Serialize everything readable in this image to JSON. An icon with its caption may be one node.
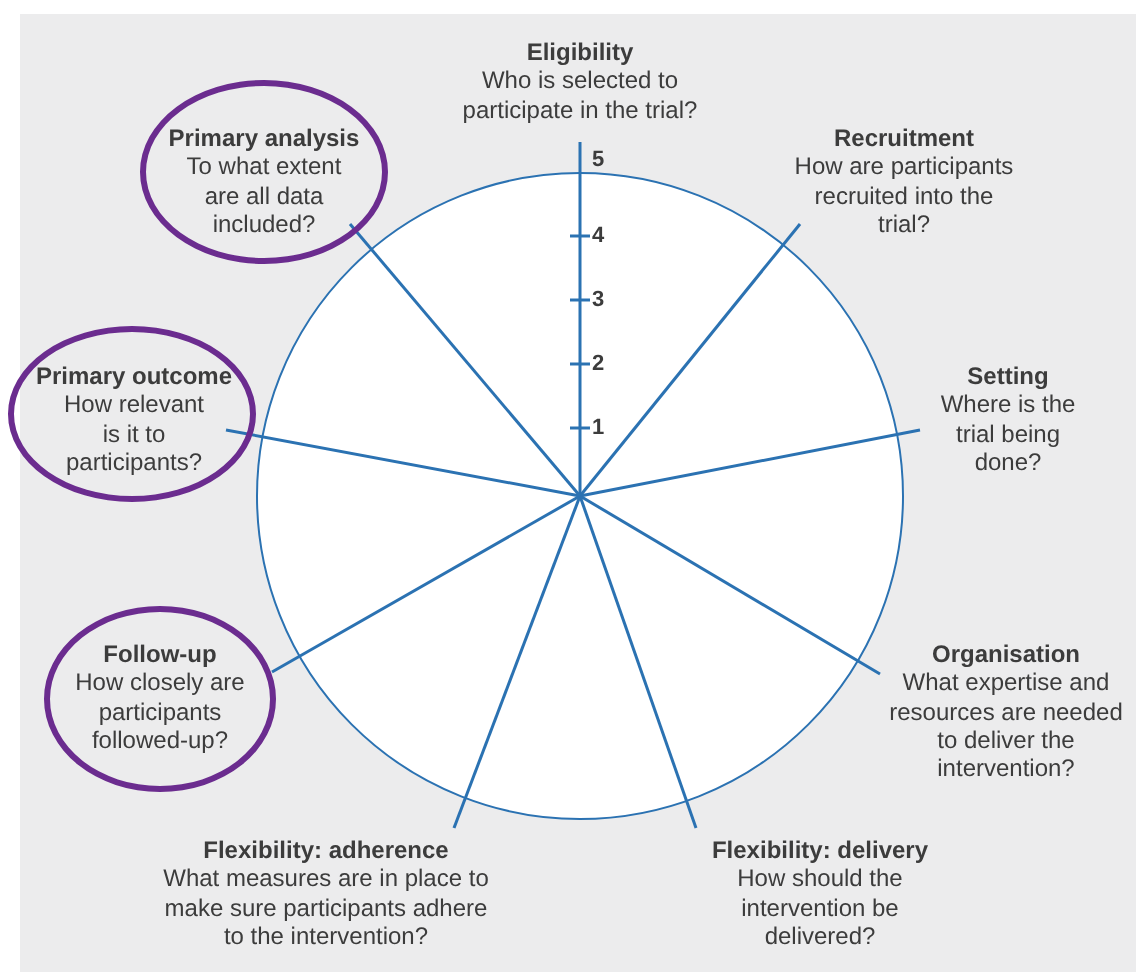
{
  "diagram": {
    "nodes": [
      {
        "text": [
          "Eligibility",
          "Who is selected to participate in the trial?"
        ]
      },
      {
        "text": [],
        "shape": "circle"
      },
      {
        "text": [
          "Primary analysis",
          "To what extent are all data included?"
        ],
        "in": 1
      },
      {
        "text": [
          "Recruitment",
          "How are participants recruited into the trial?"
        ]
      },
      {
        "text": [],
        "shape": "circle"
      },
      {
        "text": [
          "Primary outcome",
          "How relevant is it to participants?"
        ],
        "in": 4
      },
      {
        "text": [
          "Setting",
          "Where is the trial being done?"
        ]
      },
      {
        "text": [],
        "shape": "circle"
      },
      {
        "text": [
          "Follow-up",
          "How closely are participants followed-up?"
        ],
        "in": 7
      },
      {
        "text": [
          "Organisation",
          "What expertise and resources are needed to deliver the intervention?"
        ]
      },
      {
        "text": [
          "Flexibility: adherence",
          "What measures are in place to make sure participants adhere to the intervention?"
        ]
      },
      {
        "text": [
          "Flexibility: delivery",
          "How should the intervention be delivered?"
        ]
      },
      {
        "text": [],
        "shape": "circle"
      }
    ],
    "edges": [
      {
        "from": 12,
        "to": 0,
        "arrow": "none"
      },
      {
        "from": 12,
        "to": 3,
        "arrow": "none"
      },
      {
        "from": 12,
        "to": 6,
        "arrow": "none"
      },
      {
        "from": 12,
        "to": 9,
        "arrow": "none"
      },
      {
        "from": 12,
        "to": 11,
        "arrow": "none"
      },
      {
        "from": 12,
        "to": 10,
        "arrow": "none"
      },
      {
        "from": 12,
        "to": 7,
        "arrow": "none"
      },
      {
        "from": 12,
        "to": 5,
        "arrow": "none"
      },
      {
        "from": 12,
        "to": 2,
        "arrow": "none"
      }
    ],
    "labels": [
      "5",
      "4",
      "3",
      "2",
      "1"
    ]
  }
}
